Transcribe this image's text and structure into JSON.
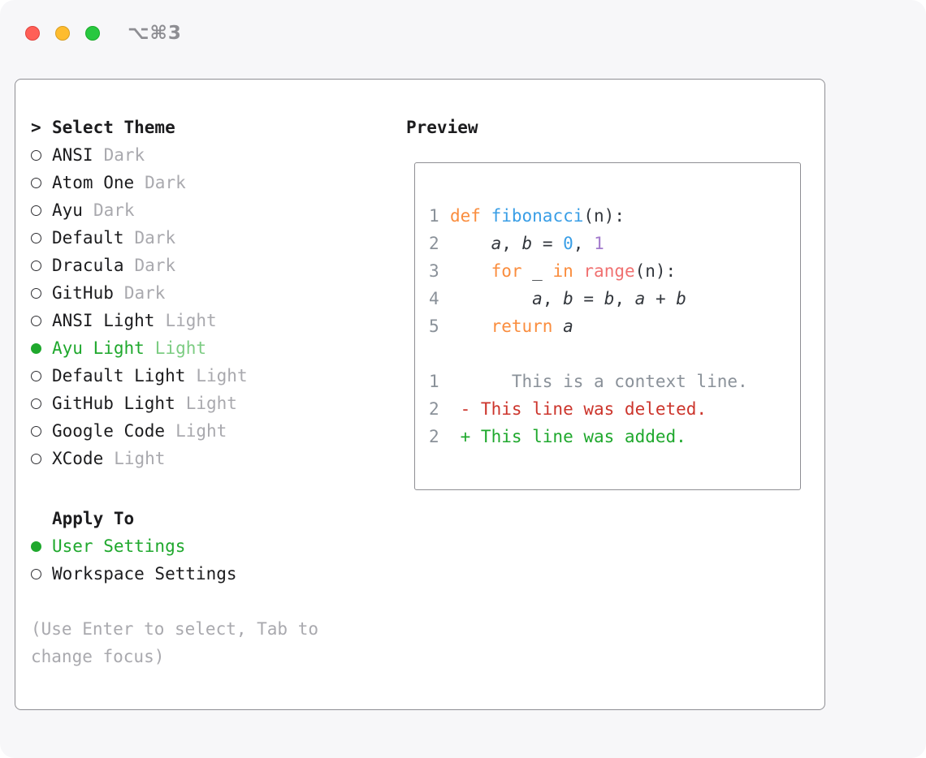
{
  "window": {
    "shortcut": "⌥⌘3"
  },
  "theme_picker": {
    "prompt": ">",
    "title": "Select Theme",
    "items": [
      {
        "name": "ANSI",
        "variant": "Dark",
        "selected": false
      },
      {
        "name": "Atom One",
        "variant": "Dark",
        "selected": false
      },
      {
        "name": "Ayu",
        "variant": "Dark",
        "selected": false
      },
      {
        "name": "Default",
        "variant": "Dark",
        "selected": false
      },
      {
        "name": "Dracula",
        "variant": "Dark",
        "selected": false
      },
      {
        "name": "GitHub",
        "variant": "Dark",
        "selected": false
      },
      {
        "name": "ANSI Light",
        "variant": "Light",
        "selected": false
      },
      {
        "name": "Ayu Light",
        "variant": "Light",
        "selected": true
      },
      {
        "name": "Default Light",
        "variant": "Light",
        "selected": false
      },
      {
        "name": "GitHub Light",
        "variant": "Light",
        "selected": false
      },
      {
        "name": "Google Code",
        "variant": "Light",
        "selected": false
      },
      {
        "name": "XCode",
        "variant": "Light",
        "selected": false
      }
    ]
  },
  "apply_to": {
    "title": "Apply To",
    "options": [
      {
        "label": "User Settings",
        "selected": true
      },
      {
        "label": "Workspace Settings",
        "selected": false
      }
    ]
  },
  "hint": "(Use Enter to select, Tab to change focus)",
  "preview": {
    "title": "Preview",
    "token_colors": {
      "keyword": "#fa8d3e",
      "function": "#399ee6",
      "constant-blue": "#399ee6",
      "number": "#a37acc",
      "builtin": "#f07171",
      "variable": "#33373d",
      "context": "#8a9199",
      "deleted": "#cc352c",
      "added": "#1fa82d"
    },
    "code_lines": [
      {
        "num": "1",
        "tokens": [
          {
            "t": "def",
            "c": "keyword"
          },
          {
            "t": " "
          },
          {
            "t": "fibonacci",
            "c": "function"
          },
          {
            "t": "(n):"
          }
        ]
      },
      {
        "num": "2",
        "tokens": [
          {
            "t": "    "
          },
          {
            "t": "a",
            "c": "variable"
          },
          {
            "t": ", "
          },
          {
            "t": "b",
            "c": "variable"
          },
          {
            "t": " = "
          },
          {
            "t": "0",
            "c": "constant-blue"
          },
          {
            "t": ", "
          },
          {
            "t": "1",
            "c": "number"
          }
        ]
      },
      {
        "num": "3",
        "tokens": [
          {
            "t": "    "
          },
          {
            "t": "for",
            "c": "keyword"
          },
          {
            "t": " _ "
          },
          {
            "t": "in",
            "c": "keyword"
          },
          {
            "t": " "
          },
          {
            "t": "range",
            "c": "builtin"
          },
          {
            "t": "(n):"
          }
        ]
      },
      {
        "num": "4",
        "tokens": [
          {
            "t": "        "
          },
          {
            "t": "a",
            "c": "variable"
          },
          {
            "t": ", "
          },
          {
            "t": "b",
            "c": "variable"
          },
          {
            "t": " = "
          },
          {
            "t": "b",
            "c": "variable"
          },
          {
            "t": ", "
          },
          {
            "t": "a",
            "c": "variable"
          },
          {
            "t": " + "
          },
          {
            "t": "b",
            "c": "variable"
          }
        ]
      },
      {
        "num": "5",
        "tokens": [
          {
            "t": "    "
          },
          {
            "t": "return",
            "c": "keyword"
          },
          {
            "t": " "
          },
          {
            "t": "a",
            "c": "variable"
          }
        ]
      }
    ],
    "diff_lines": [
      {
        "num": "1",
        "tokens": [
          {
            "t": "      This is a context line.",
            "c": "context"
          }
        ]
      },
      {
        "num": "2",
        "tokens": [
          {
            "t": " - This line was deleted.",
            "c": "deleted"
          }
        ]
      },
      {
        "num": "2",
        "tokens": [
          {
            "t": " + This line was added.",
            "c": "added"
          }
        ]
      }
    ]
  },
  "colors": {
    "selected_green": "#1fa82d",
    "selected_variant_green": "#7ccc82",
    "traffic_red": "#ff5f57",
    "traffic_yellow": "#febc2e",
    "traffic_green": "#28c840",
    "panel_border": "#8e8e93"
  }
}
